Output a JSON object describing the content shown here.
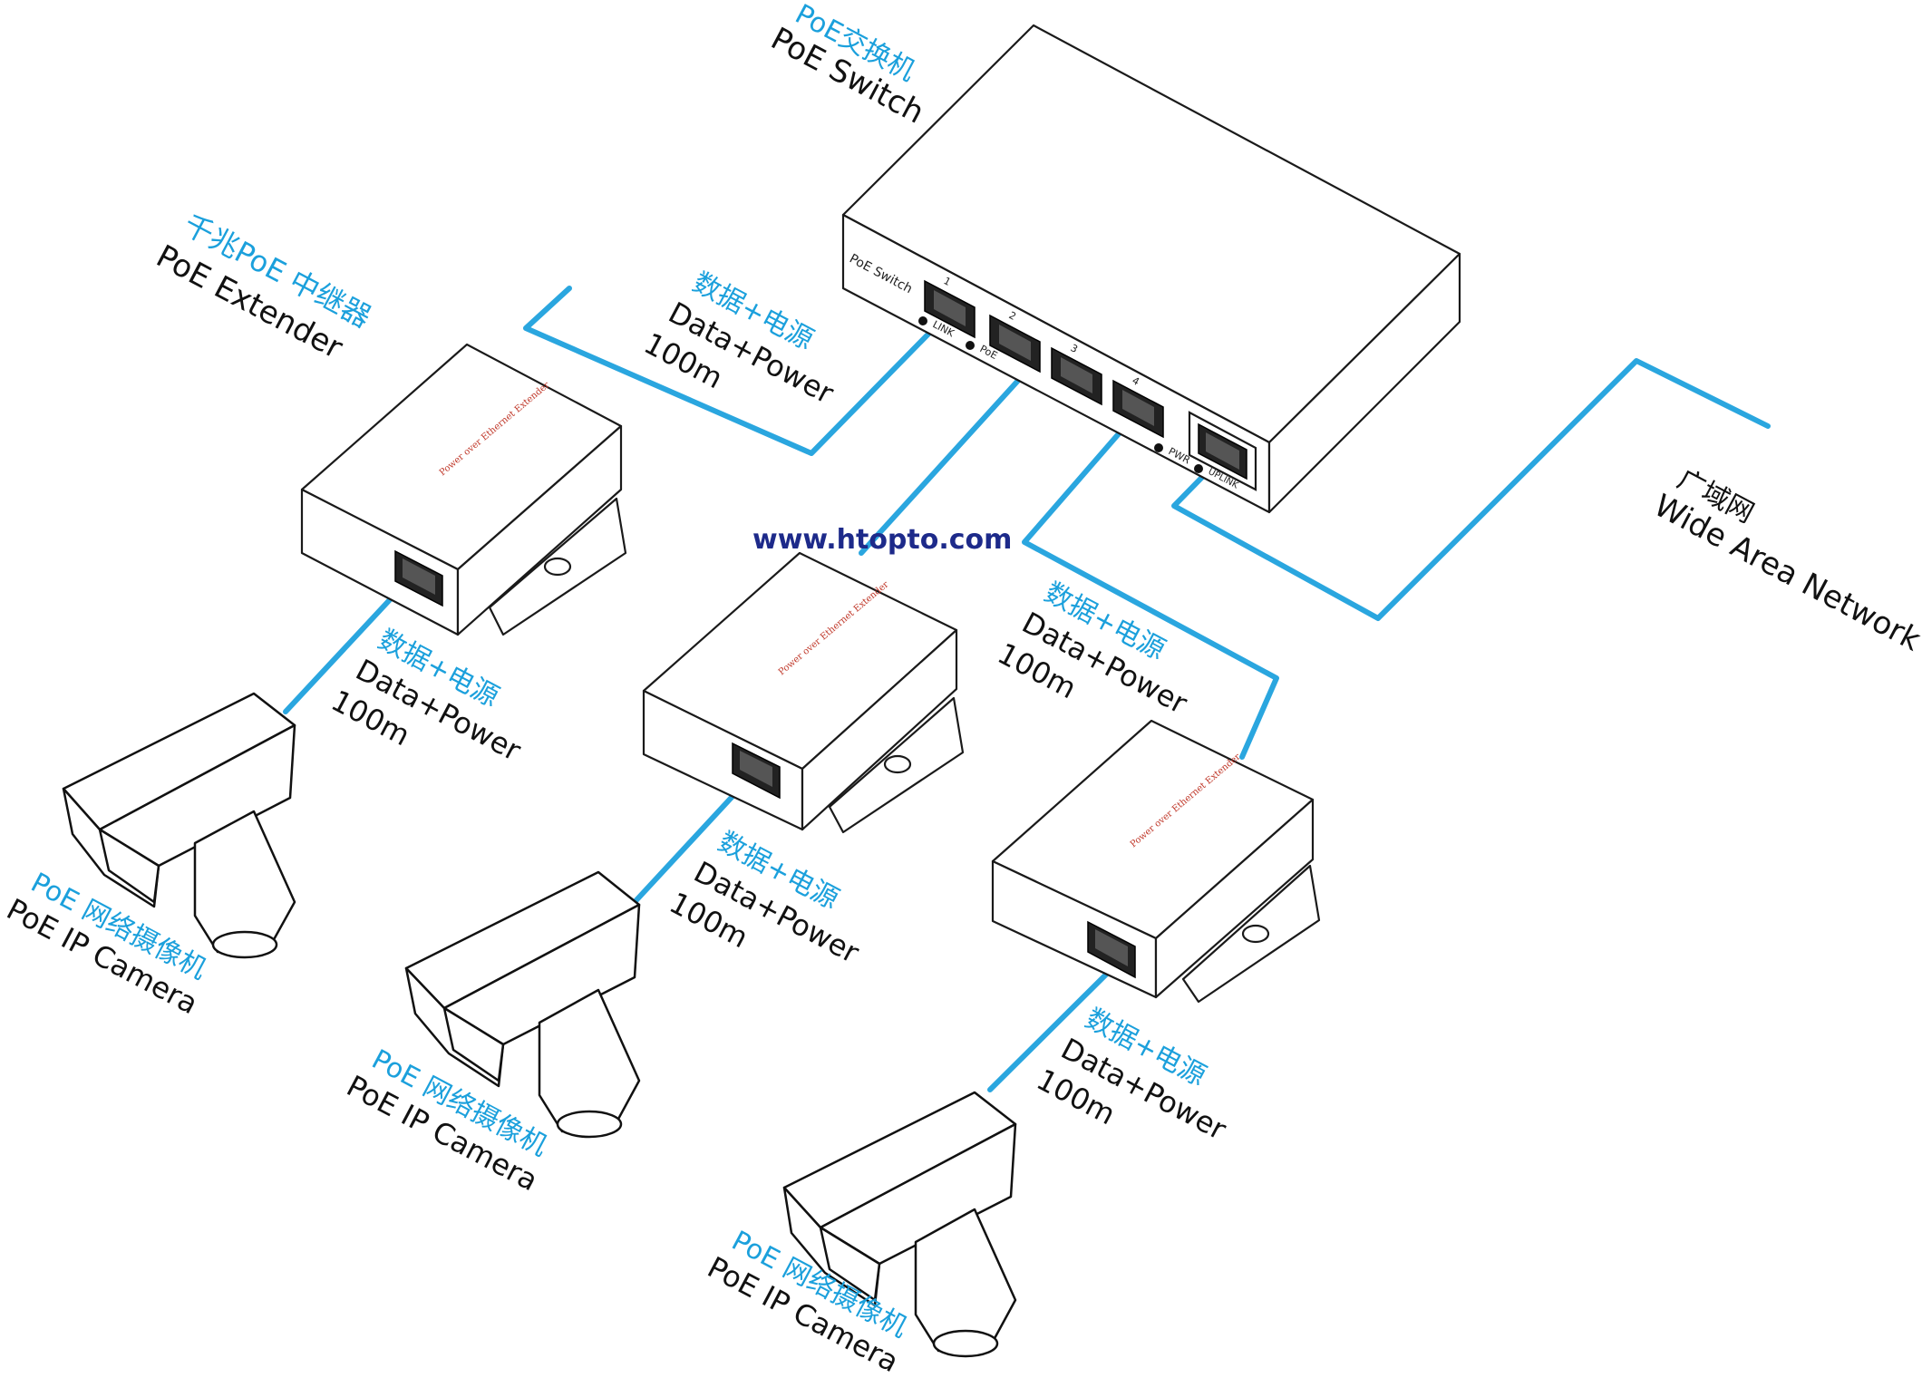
{
  "switch": {
    "label_cn": "PoE交换机",
    "label_en": "PoE Switch",
    "panel_text": "PoE Switch",
    "port_numbers": [
      "1",
      "2",
      "3",
      "4"
    ],
    "led_link": "LINK",
    "led_poe": "PoE",
    "led_pwr": "PWR",
    "led_uplink": "UPLINK"
  },
  "extender": {
    "label_cn": "千兆PoE 中继器",
    "label_en": "PoE Extender",
    "panel_text": "Power over Ethernet Extender"
  },
  "wan": {
    "label_cn": "广域网",
    "label_en": "Wide Area Network"
  },
  "website": "www.htopto.com",
  "link": {
    "cn": "数据+电源",
    "en": "Data+Power",
    "distance": "100m"
  },
  "camera": {
    "label_cn": "PoE 网络摄像机",
    "label_en": "PoE IP Camera"
  },
  "colors": {
    "cable": "#2aa6df",
    "label_blue": "#1ba0dc",
    "url_navy": "#1d2a8a"
  }
}
